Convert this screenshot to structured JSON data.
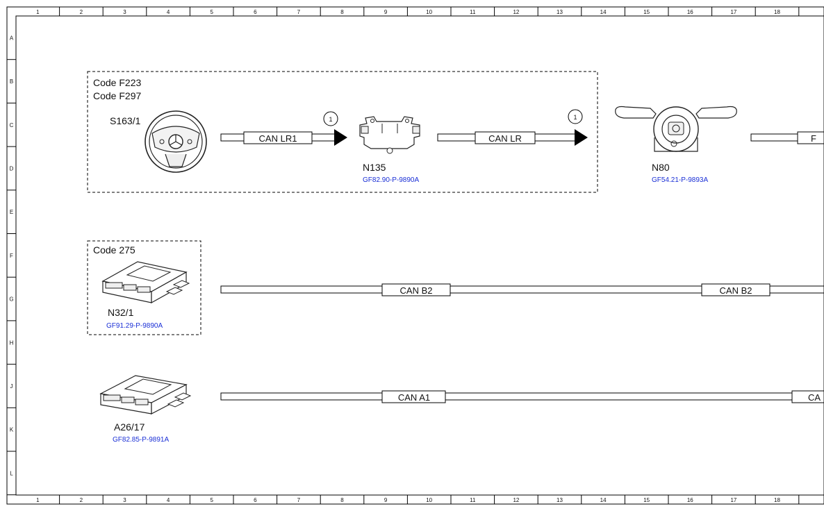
{
  "grid": {
    "columns": [
      "1",
      "2",
      "3",
      "4",
      "5",
      "6",
      "7",
      "8",
      "9",
      "10",
      "11",
      "12",
      "13",
      "14",
      "15",
      "16",
      "17",
      "18"
    ],
    "rows": [
      "A",
      "B",
      "C",
      "D",
      "E",
      "F",
      "G",
      "H",
      "J",
      "K",
      "L"
    ]
  },
  "groups": {
    "top": {
      "codes": [
        "Code F223",
        "Code F297"
      ]
    },
    "middle": {
      "codes": [
        "Code 275"
      ]
    }
  },
  "components": {
    "steering_wheel": {
      "label": "S163/1"
    },
    "n135": {
      "label": "N135",
      "ref": "GF82.90-P-9890A"
    },
    "n80": {
      "label": "N80",
      "ref": "GF54.21-P-9893A"
    },
    "n32": {
      "label": "N32/1",
      "ref": "GF91.29-P-9890A"
    },
    "a26": {
      "label": "A26/17",
      "ref": "GF82.85-P-9891A"
    }
  },
  "buses": {
    "lr1": "CAN LR1",
    "lr": "CAN LR",
    "f_partial": "F",
    "b2_left": "CAN B2",
    "b2_right": "CAN B2",
    "a1": "CAN A1",
    "a1_partial": "CA"
  },
  "markers": {
    "marker1": "1",
    "marker2": "1"
  },
  "colors": {
    "link": "#1a2fd6",
    "line": "#000000"
  }
}
